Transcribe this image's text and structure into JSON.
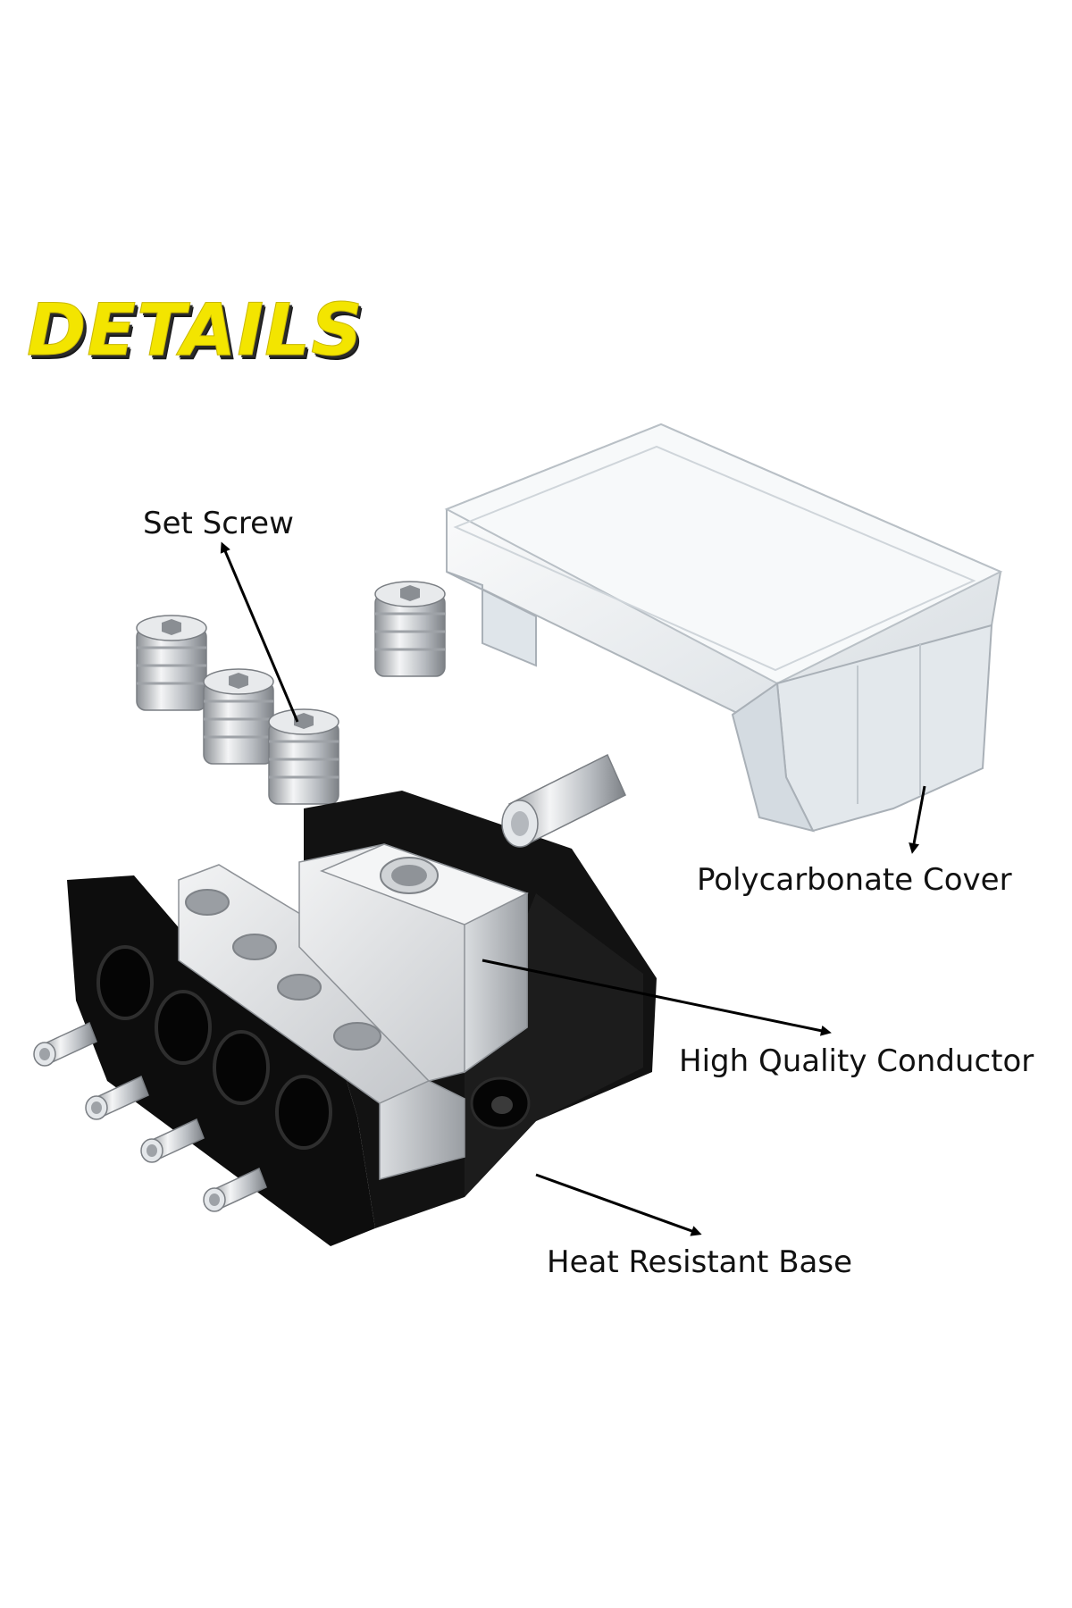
{
  "heading": "DETAILS",
  "labels": {
    "set_screw": "Set Screw",
    "cover": "Polycarbonate Cover",
    "conductor": "High Quality Conductor",
    "base": "Heat Resistant Base"
  },
  "colors": {
    "heading": "#f3e500",
    "base": "#0d0d0d",
    "metal": "#c9ccd0",
    "cover": "#e8ecef",
    "arrow": "#000000"
  }
}
